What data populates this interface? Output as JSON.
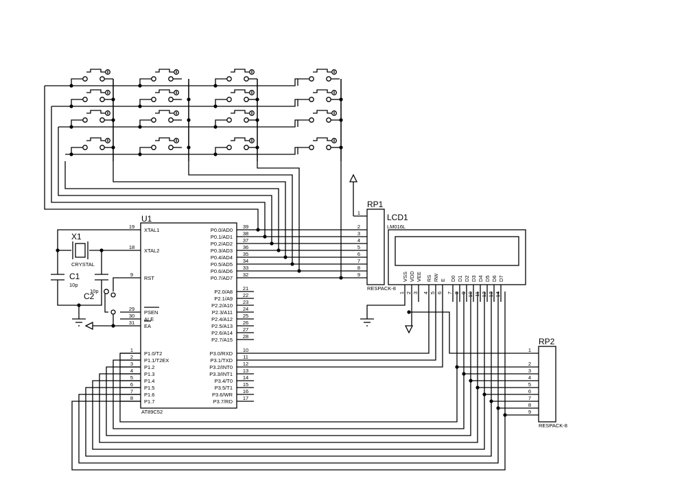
{
  "mcu": {
    "ref": "U1",
    "part": "AT89C52",
    "left_pins": [
      {
        "num": "19",
        "name": "XTAL1"
      },
      {
        "num": "18",
        "name": "XTAL2"
      },
      {
        "num": "9",
        "name": "RST"
      },
      {
        "num": "29",
        "name": "PSEN"
      },
      {
        "num": "30",
        "name": "ALE"
      },
      {
        "num": "31",
        "name": "EA"
      },
      {
        "num": "1",
        "name": "P1.0/T2"
      },
      {
        "num": "2",
        "name": "P1.1/T2EX"
      },
      {
        "num": "3",
        "name": "P1.2"
      },
      {
        "num": "4",
        "name": "P1.3"
      },
      {
        "num": "5",
        "name": "P1.4"
      },
      {
        "num": "6",
        "name": "P1.5"
      },
      {
        "num": "7",
        "name": "P1.6"
      },
      {
        "num": "8",
        "name": "P1.7"
      }
    ],
    "right_pins": [
      {
        "num": "39",
        "name": "P0.0/AD0"
      },
      {
        "num": "38",
        "name": "P0.1/AD1"
      },
      {
        "num": "37",
        "name": "P0.2/AD2"
      },
      {
        "num": "36",
        "name": "P0.3/AD3"
      },
      {
        "num": "35",
        "name": "P0.4/AD4"
      },
      {
        "num": "34",
        "name": "P0.5/AD5"
      },
      {
        "num": "33",
        "name": "P0.6/AD6"
      },
      {
        "num": "32",
        "name": "P0.7/AD7"
      },
      {
        "num": "21",
        "name": "P2.0/A8"
      },
      {
        "num": "22",
        "name": "P2.1/A9"
      },
      {
        "num": "23",
        "name": "P2.2/A10"
      },
      {
        "num": "24",
        "name": "P2.3/A11"
      },
      {
        "num": "25",
        "name": "P2.4/A12"
      },
      {
        "num": "26",
        "name": "P2.5/A13"
      },
      {
        "num": "27",
        "name": "P2.6/A14"
      },
      {
        "num": "28",
        "name": "P2.7/A15"
      },
      {
        "num": "10",
        "name": "P3.0/RXD"
      },
      {
        "num": "11",
        "name": "P3.1/TXD"
      },
      {
        "num": "12",
        "name": "P3.2/INT0"
      },
      {
        "num": "13",
        "name": "P3.3/INT1"
      },
      {
        "num": "14",
        "name": "P3.4/T0"
      },
      {
        "num": "15",
        "name": "P3.5/T1"
      },
      {
        "num": "16",
        "name": "P3.6/WR"
      },
      {
        "num": "17",
        "name": "P3.7/RD"
      }
    ]
  },
  "crystal": {
    "ref": "X1",
    "value": "CRYSTAL"
  },
  "cap1": {
    "ref": "C1",
    "value": "10p"
  },
  "cap2": {
    "ref": "C2",
    "value": "10p"
  },
  "rp1": {
    "ref": "RP1",
    "part": "RESPACK-8",
    "pins": [
      "1",
      "2",
      "3",
      "4",
      "5",
      "6",
      "7",
      "8",
      "9"
    ]
  },
  "rp2": {
    "ref": "RP2",
    "part": "RESPACK-8",
    "pins": [
      "1",
      "2",
      "3",
      "4",
      "5",
      "6",
      "7",
      "8",
      "9"
    ]
  },
  "lcd": {
    "ref": "LCD1",
    "part": "LM016L",
    "pins": [
      {
        "num": "1",
        "name": "VSS"
      },
      {
        "num": "2",
        "name": "VDD"
      },
      {
        "num": "3",
        "name": "VEE"
      },
      {
        "num": "4",
        "name": "RS"
      },
      {
        "num": "5",
        "name": "RW"
      },
      {
        "num": "6",
        "name": "E"
      },
      {
        "num": "7",
        "name": "D0"
      },
      {
        "num": "8",
        "name": "D1"
      },
      {
        "num": "9",
        "name": "D2"
      },
      {
        "num": "10",
        "name": "D3"
      },
      {
        "num": "11",
        "name": "D4"
      },
      {
        "num": "12",
        "name": "D5"
      },
      {
        "num": "13",
        "name": "D6"
      },
      {
        "num": "14",
        "name": "D7"
      }
    ]
  },
  "keypad": {
    "rows": 4,
    "cols": 4
  }
}
